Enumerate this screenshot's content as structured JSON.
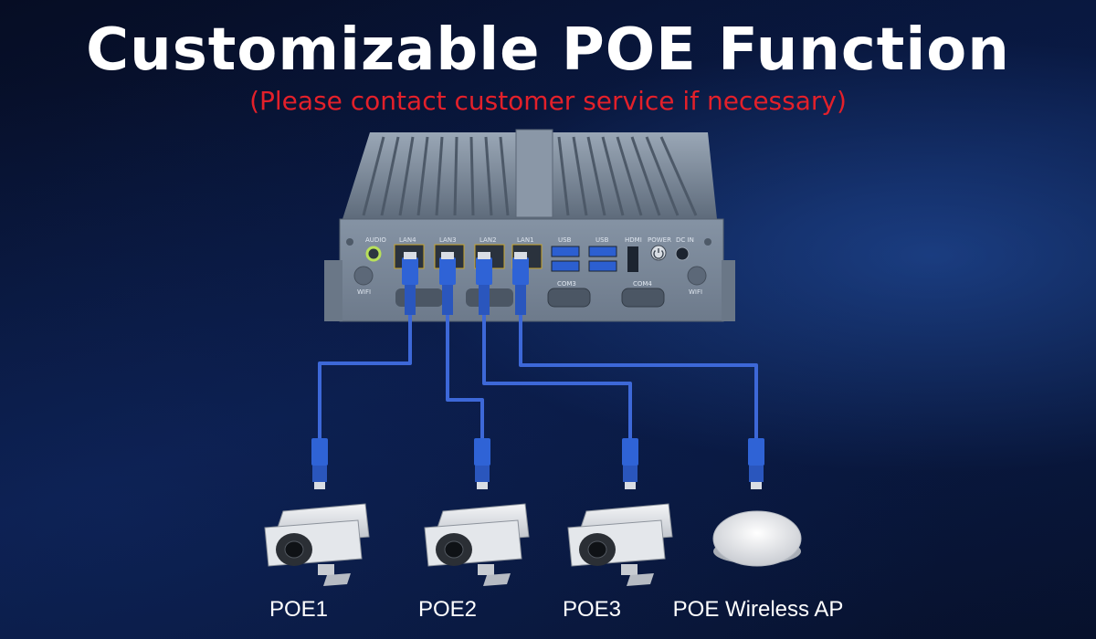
{
  "title": "Customizable POE Function",
  "subtitle": "(Please contact customer service if necessary)",
  "device": {
    "audio_label": "AUDIO",
    "lan_labels": [
      "LAN4",
      "LAN3",
      "LAN2",
      "LAN1"
    ],
    "usb_labels": [
      "USB",
      "USB"
    ],
    "hdmi_label": "HDMI",
    "power_label": "POWER",
    "dcin_label": "DC IN",
    "wifi_labels": [
      "WIFI",
      "WIFI"
    ],
    "com_labels": [
      "COM3",
      "COM4"
    ]
  },
  "endpoints": [
    {
      "label": "POE1",
      "type": "camera"
    },
    {
      "label": "POE2",
      "type": "camera"
    },
    {
      "label": "POE3",
      "type": "camera"
    },
    {
      "label": "POE Wireless AP",
      "type": "access-point"
    }
  ],
  "colors": {
    "title": "#ffffff",
    "subtitle": "#e3202a",
    "cable": "#3d68d8",
    "chassis": "#7f8d9e",
    "background": "#0a1a44"
  }
}
